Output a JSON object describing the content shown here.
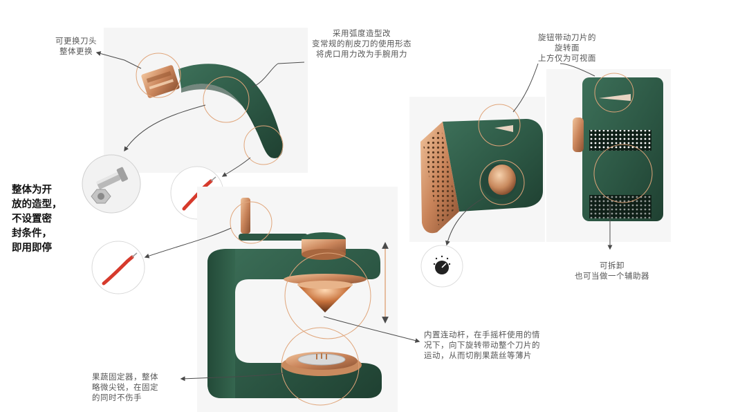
{
  "annotations": {
    "blade_head": "可更换刀头\n整体更换",
    "arc_shape": "采用弧度造型改\n变常规的削皮刀的使用形态\n将虎口用力改为手腕用力",
    "knob_drive": "旋钮带动刀片的\n旋转面\n上方仅为可视面",
    "detachable": "可拆卸\n也可当做一个辅助器",
    "linkage": "内置连动杆，在手摇杆使用的情\n况下，向下旋转带动整个刀片的\n运动，从而切削果蔬丝等薄片",
    "holder": "果蔬固定器，整体\n略微尖锐，在固定\n的同时不伤手",
    "open_design": "整体为开\n放的造型，\n不设置密\n封条件，\n即用即停"
  },
  "colors": {
    "product_green": "#2e5a46",
    "copper": "#c9845a",
    "highlight_circle": "#e0a57a",
    "leader_line": "#4a4a4a",
    "red_wire": "#d63a2c"
  },
  "icons": [
    "peeler-render",
    "screw-nut-icon",
    "red-wire-icon",
    "knob-dial-icon",
    "grater-box-render",
    "hand-crank-slicer-render"
  ]
}
